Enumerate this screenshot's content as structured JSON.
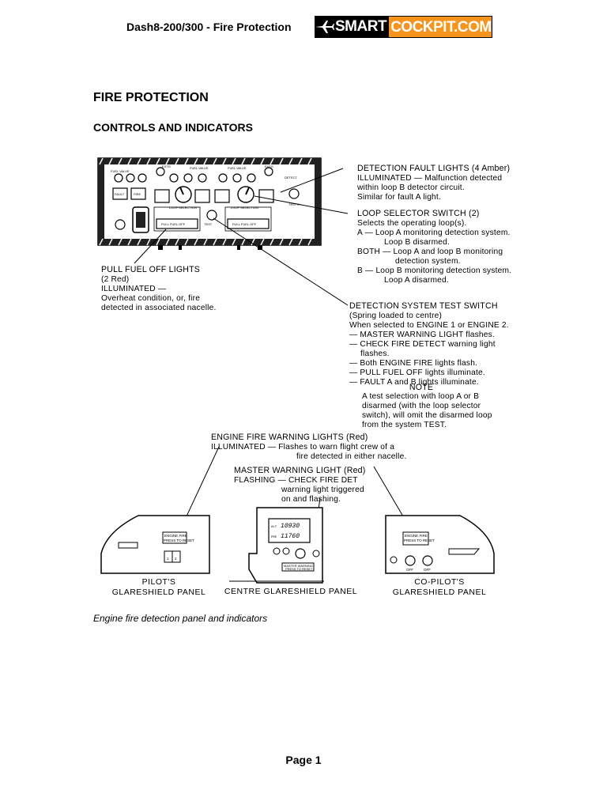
{
  "header": {
    "title": "Dash8-200/300 - Fire Protection",
    "logo_smart": "SMART",
    "logo_rest": "COCKPIT.COM",
    "logo_icon": "airplane-icon"
  },
  "headings": {
    "section": "FIRE PROTECTION",
    "subsection": "CONTROLS AND INDICATORS"
  },
  "annotations": {
    "fault_lights": {
      "title": "DETECTION FAULT LIGHTS (4 Amber)",
      "lines": [
        "ILLUMINATED — Malfunction detected",
        "within loop B detector circuit.",
        "Similar for fault A light."
      ]
    },
    "loop_selector": {
      "title": "LOOP SELECTOR SWITCH (2)",
      "lines": [
        "Selects the operating loop(s).",
        "A — Loop A monitoring detection system.",
        "Loop B disarmed.",
        "BOTH — Loop A and loop B monitoring",
        "detection system.",
        "B — Loop B monitoring detection system.",
        "Loop A disarmed."
      ]
    },
    "pull_fuel": {
      "title": "PULL FUEL OFF LIGHTS",
      "lines": [
        "(2 Red)",
        "ILLUMINATED —",
        "Overheat condition, or, fire",
        "detected in associated nacelle."
      ]
    },
    "test_switch": {
      "title": "DETECTION SYSTEM TEST SWITCH",
      "lines": [
        "(Spring loaded to centre)",
        "When selected to ENGINE 1 or ENGINE 2.",
        "— MASTER WARNING LIGHT flashes.",
        "— CHECK FIRE DETECT warning light",
        "flashes.",
        "— Both ENGINE FIRE lights flash.",
        "— PULL FUEL OFF lights illuminate.",
        "— FAULT A and B lights illuminate."
      ]
    },
    "note": {
      "title": "NOTE",
      "lines": [
        "A test selection with loop A or B",
        "disarmed (with the loop selector",
        "switch), will omit the disarmed loop",
        "from the system TEST."
      ]
    },
    "engine_fire": {
      "title": "ENGINE FIRE WARNING LIGHTS (Red)",
      "lines": [
        "ILLUMINATED — Flashes to warn flight crew of a",
        "fire detected in either nacelle."
      ]
    },
    "master_warning": {
      "title": "MASTER WARNING LIGHT (Red)",
      "lines": [
        "FLASHING — CHECK FIRE DET",
        "warning light triggered",
        "on and flashing."
      ]
    }
  },
  "panel_labels": {
    "pilot": [
      "PILOT'S",
      "GLARESHIELD PANEL"
    ],
    "centre": "CENTRE GLARESHIELD PANEL",
    "copilot": [
      "CO-PILOT'S",
      "GLARESHIELD PANEL"
    ]
  },
  "display": {
    "row1_label": "ALT",
    "row1_value": "10930",
    "row2_label": "PRE",
    "row2_value": "11760"
  },
  "caption": "Engine fire detection panel and indicators",
  "footer": "Page 1"
}
